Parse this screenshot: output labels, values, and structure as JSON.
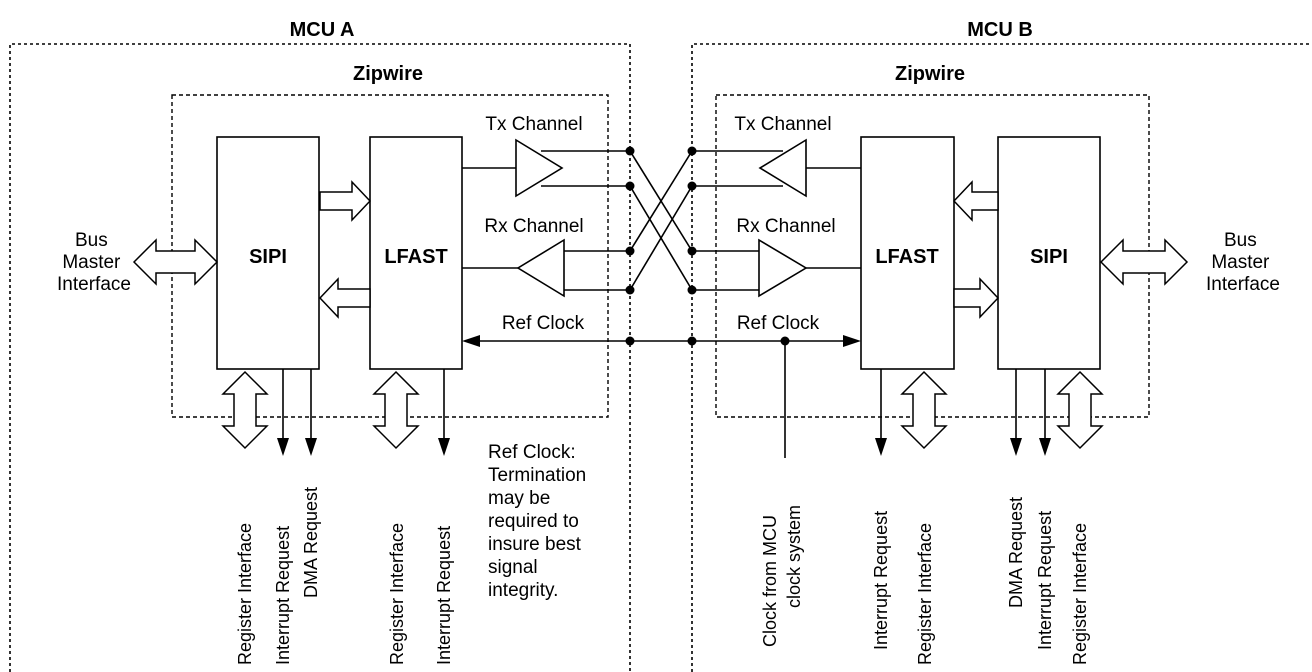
{
  "mcu_a": {
    "title": "MCU A",
    "zipwire_title": "Zipwire",
    "sipi": "SIPI",
    "lfast": "LFAST",
    "tx_channel": "Tx Channel",
    "rx_channel": "Rx Channel",
    "ref_clock": "Ref Clock",
    "bus_master_interface": [
      "Bus",
      "Master",
      "Interface"
    ],
    "bottom_labels": [
      "Register Interface",
      "Interrupt Request",
      "DMA Request",
      "Register Interface",
      "Interrupt Request"
    ]
  },
  "mcu_b": {
    "title": "MCU B",
    "zipwire_title": "Zipwire",
    "sipi": "SIPI",
    "lfast": "LFAST",
    "tx_channel": "Tx Channel",
    "rx_channel": "Rx Channel",
    "ref_clock": "Ref Clock",
    "bus_master_interface": [
      "Bus",
      "Master",
      "Interface"
    ],
    "clock_source": [
      "Clock from MCU",
      "clock system"
    ],
    "bottom_labels": [
      "Interrupt Request",
      "Register Interface",
      "DMA Request",
      "Interrupt Request",
      "Register Interface"
    ]
  },
  "note": [
    "Ref Clock:",
    "Termination",
    "may be",
    "required to",
    "insure best",
    "signal",
    "integrity."
  ]
}
